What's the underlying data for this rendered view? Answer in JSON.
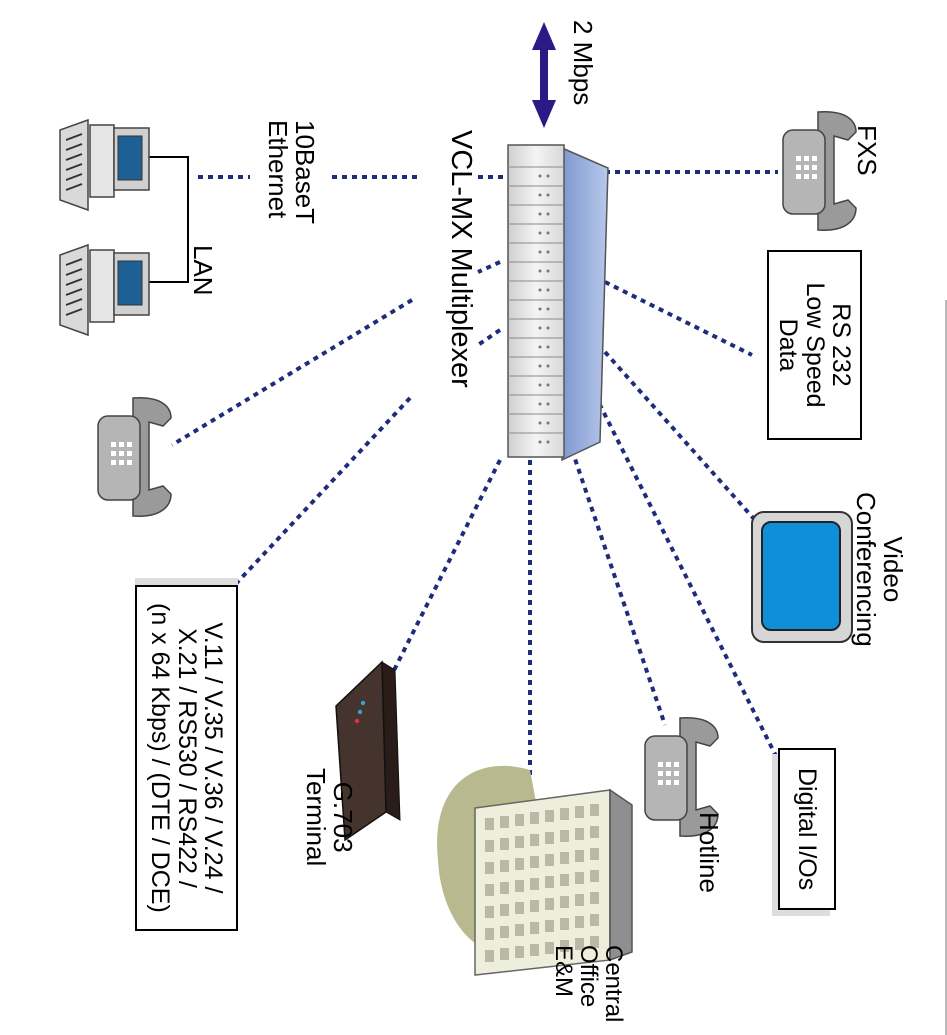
{
  "bandwidth_label": "2 Mbps",
  "mux_label": "VCL-MX Multiplexer",
  "ethernet_label": [
    "10BaseT",
    "Ethernet"
  ],
  "lan_label": "LAN",
  "fxs_label": "FXS",
  "rs232_label": [
    "RS 232",
    "Low Speed",
    "Data"
  ],
  "video_label": [
    "Video",
    "Conferencing"
  ],
  "digital_io_label": "Digital I/Os",
  "hotline_label": "Hotline",
  "central_office_label": [
    "Central",
    "Office",
    "E&M"
  ],
  "g703_label": [
    "G.703",
    "Terminal"
  ],
  "interfaces_label": [
    "V.11 / V.35 / V.36 / V.24 /",
    "X.21 / RS530 / RS422 /",
    "(n x 64 Kbps) / (DTE / DCE)"
  ],
  "colors": {
    "link": "#1f2c7a",
    "arrow": "#2b1a86",
    "mux_front": "#e6e6e6",
    "mux_side": "#8ea6d8",
    "screen": "#0f8fd8",
    "phone": "#9a9a9a",
    "building": "#b8b98e",
    "terminal": "#3a2a26"
  }
}
